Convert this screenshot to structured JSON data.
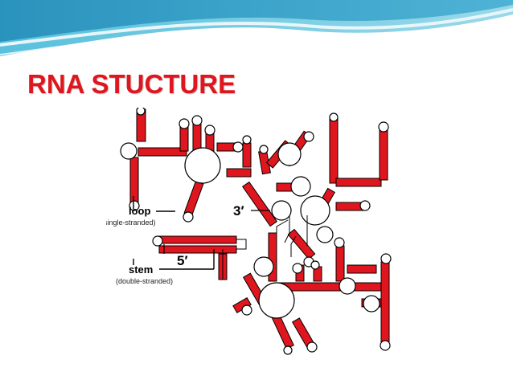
{
  "slide": {
    "title": "RNA STUCTURE"
  },
  "figure": {
    "labels": {
      "loop": "loop",
      "loop_note": "(single-stranded)",
      "stem": "stem",
      "stem_note": "(double-stranded)",
      "three_prime": "3′",
      "five_prime": "5′"
    },
    "colors": {
      "stem": "#e0161e",
      "loop_fill": "#ffffff",
      "outline": "#000000"
    }
  },
  "theme": {
    "title_color": "#e0161e",
    "wave_colors": [
      "#7fcfe3",
      "#2f9fc4",
      "#bfe7f1"
    ]
  }
}
